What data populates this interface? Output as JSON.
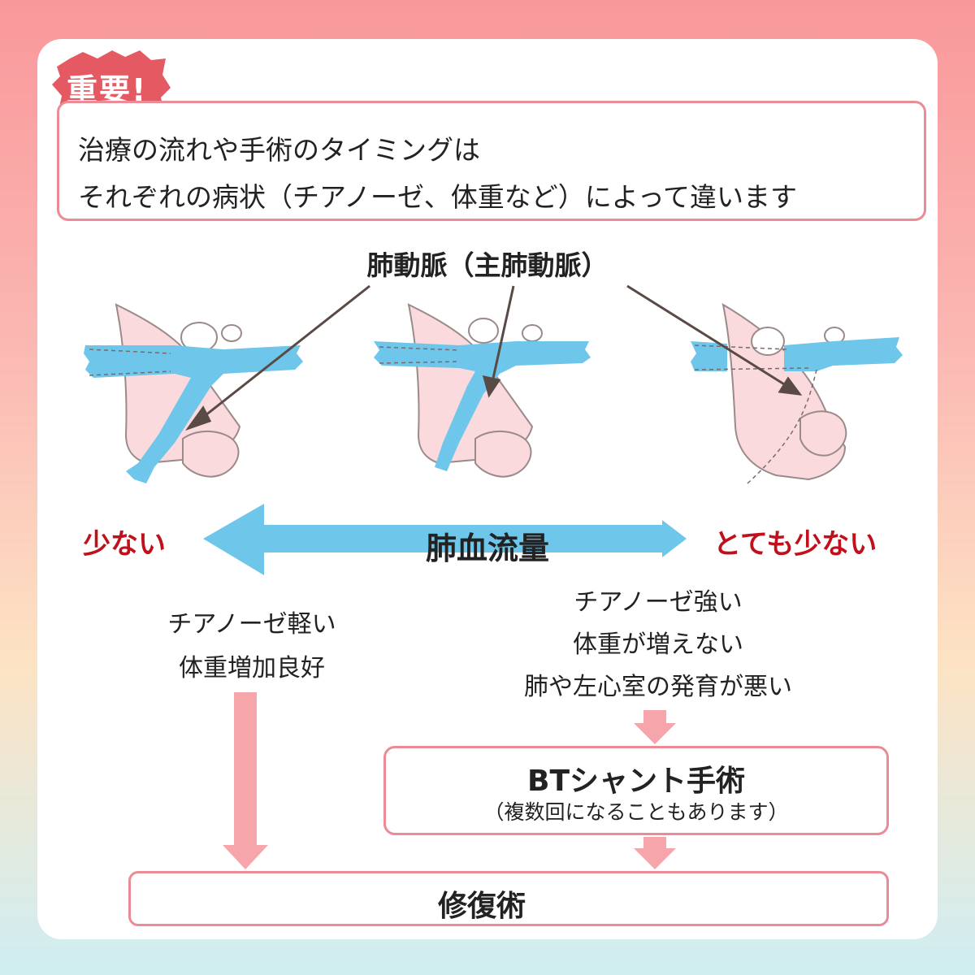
{
  "badge": {
    "label": "重要!"
  },
  "note": {
    "line1": "治療の流れや手術のタイミングは",
    "line2": "それぞれの病状（チアノーゼ、体重など）によって違います"
  },
  "pulmonary_artery_label": "肺動脈（主肺動脈）",
  "flow": {
    "label": "肺血流量",
    "left_label": "少ない",
    "right_label": "とても少ない"
  },
  "left_branch": {
    "line1": "チアノーゼ軽い",
    "line2": "体重増加良好"
  },
  "right_branch": {
    "line1": "チアノーゼ強い",
    "line2": "体重が増えない",
    "line3": "肺や左心室の発育が悪い"
  },
  "bt_shunt": {
    "title": "BTシャント手術",
    "subtitle": "（複数回になることもあります）"
  },
  "repair": {
    "label": "修復術"
  },
  "colors": {
    "accent_pink": "#ea8b95",
    "badge_red": "#e55a62",
    "artery_blue": "#6ec6ea",
    "heart_pink": "#fadadd",
    "warning_red": "#c0101c"
  }
}
